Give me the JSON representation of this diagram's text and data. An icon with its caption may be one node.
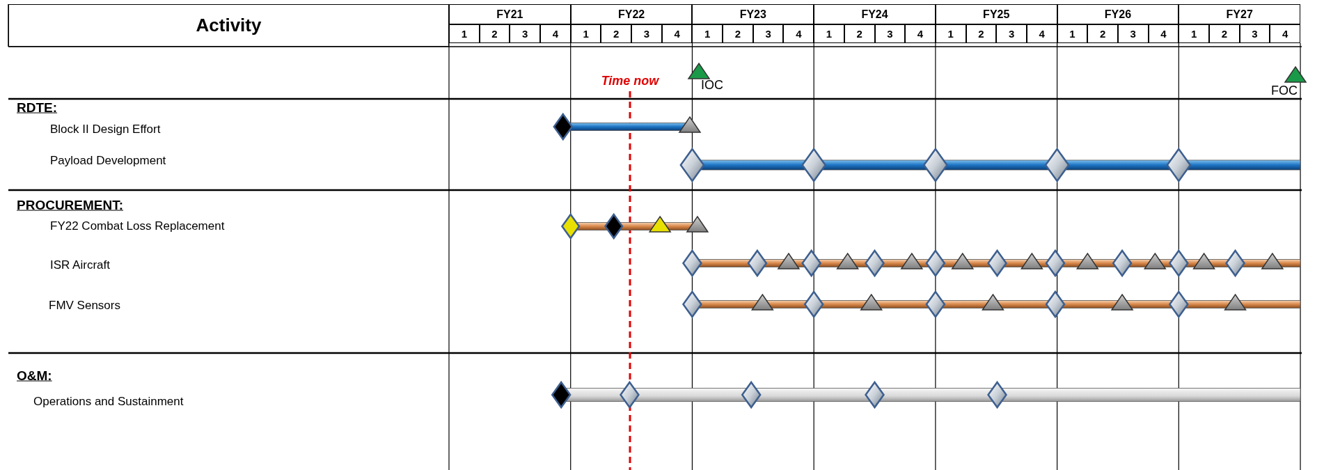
{
  "diagram": {
    "labels": [
      "Activity",
      "FY21",
      "FY22",
      "FY23",
      "FY24",
      "FY25",
      "FY26",
      "FY27",
      "1",
      "2",
      "3",
      "4",
      "1",
      "2",
      "3",
      "4",
      "1",
      "2",
      "3",
      "4",
      "1",
      "2",
      "3",
      "4",
      "1",
      "2",
      "3",
      "4",
      "1",
      "2",
      "3",
      "4",
      "1",
      "2",
      "3",
      "4",
      "Time now",
      "IOC",
      "FOC",
      "RDTE:",
      "Block II Design Effort",
      "Payload Development",
      "PROCUREMENT:",
      "FY22 Combat Loss Replacement",
      "ISR Aircraft",
      "FMV Sensors",
      "O&M:",
      "Operations and Sustainment"
    ]
  }
}
